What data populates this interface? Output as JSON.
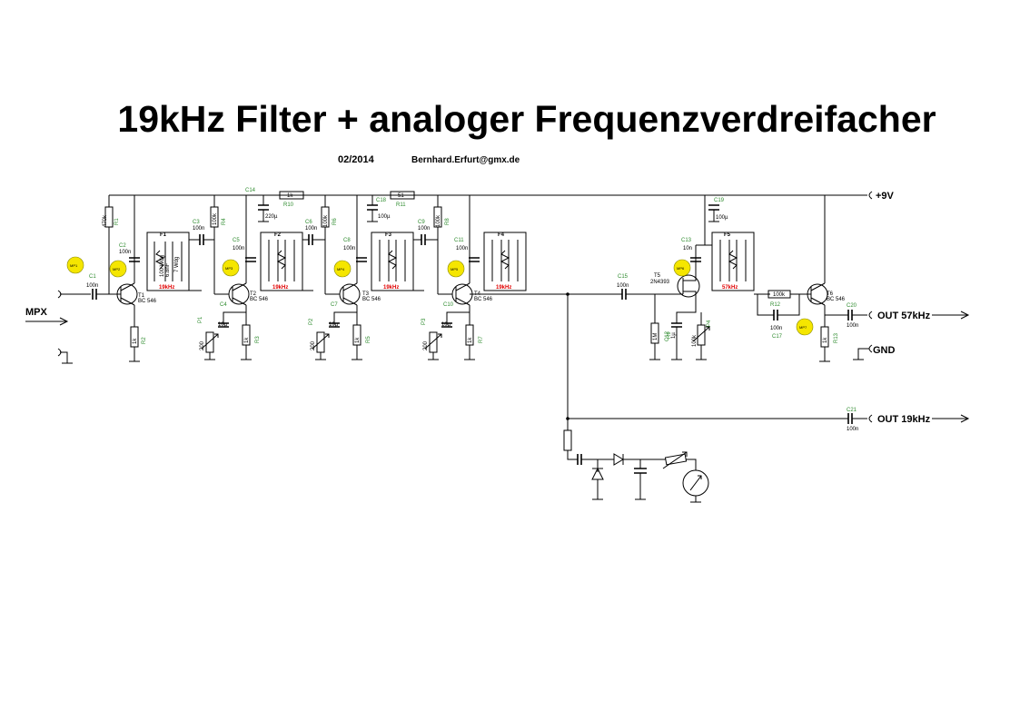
{
  "title": "19kHz Filter + analoger Frequenzverdreifacher",
  "date": "02/2014",
  "author_email": "Bernhard.Erfurt@gmx.de",
  "terminals": {
    "vcc": "+9V",
    "input": "MPX",
    "out57": "OUT 57kHz",
    "out19": "OUT 19kHz",
    "gnd": "GND"
  },
  "measure_points": [
    "MP1",
    "MP2",
    "MP3",
    "MP4",
    "MP5",
    "MP6",
    "MP7"
  ],
  "filters": [
    {
      "name": "F1",
      "freq": "19kHz",
      "ind1": "100 Wdg",
      "ind2": "7 Wdg",
      "cap": "6.8nF"
    },
    {
      "name": "F2",
      "freq": "19kHz"
    },
    {
      "name": "F3",
      "freq": "19kHz"
    },
    {
      "name": "F4",
      "freq": "19kHz"
    },
    {
      "name": "F5",
      "freq": "57kHz"
    }
  ],
  "transistors": [
    {
      "ref": "T1",
      "type": "BC 546"
    },
    {
      "ref": "T2",
      "type": "BC 546"
    },
    {
      "ref": "T3",
      "type": "BC 546"
    },
    {
      "ref": "T4",
      "type": "BC 546"
    },
    {
      "ref": "T5",
      "type": "2N4393"
    },
    {
      "ref": "T6",
      "type": "BC 546"
    }
  ],
  "resistors": [
    {
      "ref": "R1",
      "value": "470k"
    },
    {
      "ref": "R2",
      "value": "1k"
    },
    {
      "ref": "R3",
      "value": "1k"
    },
    {
      "ref": "R4",
      "value": "100k"
    },
    {
      "ref": "R5",
      "value": "1k"
    },
    {
      "ref": "R6",
      "value": "100k"
    },
    {
      "ref": "R7",
      "value": "1k"
    },
    {
      "ref": "R8",
      "value": "100k"
    },
    {
      "ref": "R9",
      "value": "1M"
    },
    {
      "ref": "R10",
      "value": "1k"
    },
    {
      "ref": "R11",
      "value": "51"
    },
    {
      "ref": "R12",
      "value": "100k"
    },
    {
      "ref": "R13",
      "value": "1k"
    }
  ],
  "capacitors": [
    {
      "ref": "C1",
      "value": "100n"
    },
    {
      "ref": "C2",
      "value": "100n"
    },
    {
      "ref": "C3",
      "value": "100n"
    },
    {
      "ref": "C4",
      "value": "10µ"
    },
    {
      "ref": "C5",
      "value": "100n"
    },
    {
      "ref": "C6",
      "value": "100n"
    },
    {
      "ref": "C7",
      "value": "10µ"
    },
    {
      "ref": "C8",
      "value": "100n"
    },
    {
      "ref": "C9",
      "value": "100n"
    },
    {
      "ref": "C10",
      "value": "10µ"
    },
    {
      "ref": "C11",
      "value": "100n"
    },
    {
      "ref": "C12",
      "value": "1µ"
    },
    {
      "ref": "C13",
      "value": "10n"
    },
    {
      "ref": "C14",
      "value": "220µ"
    },
    {
      "ref": "C15",
      "value": "100n"
    },
    {
      "ref": "C17",
      "value": "100n"
    },
    {
      "ref": "C18",
      "value": "100µ"
    },
    {
      "ref": "C19",
      "value": "100µ"
    },
    {
      "ref": "C20",
      "value": "100n"
    },
    {
      "ref": "C21",
      "value": "100n"
    }
  ],
  "potentiometers": [
    {
      "ref": "P1",
      "value": "200"
    },
    {
      "ref": "P2",
      "value": "200"
    },
    {
      "ref": "P3",
      "value": "200"
    },
    {
      "ref": "P4",
      "value": "100k"
    }
  ],
  "colors": {
    "label_green": "#2e8b2e",
    "freq_red": "#e00000",
    "mp_yellow": "#f5e600"
  }
}
